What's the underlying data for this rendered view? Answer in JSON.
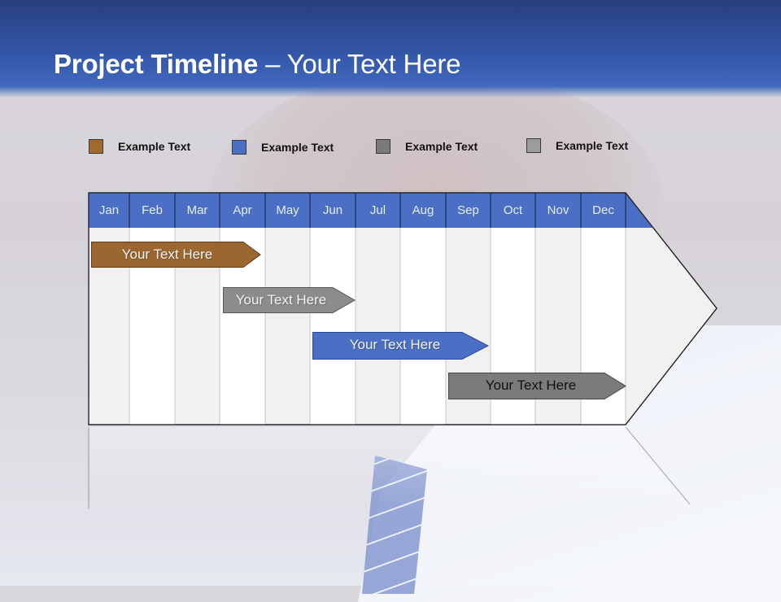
{
  "slide": {
    "title_bold": "Project Timeline",
    "title_rest": " – Your Text Here"
  },
  "legend": [
    {
      "label": "Example Text",
      "color": "#a0692e"
    },
    {
      "label": "Example Text",
      "color": "#4a6fc4"
    },
    {
      "label": "Example Text",
      "color": "#7a7a7a"
    },
    {
      "label": "Example Text",
      "color": "#9c9c9c"
    }
  ],
  "timeline": {
    "months": [
      "Jan",
      "Feb",
      "Mar",
      "Apr",
      "May",
      "Jun",
      "Jul",
      "Aug",
      "Sep",
      "Oct",
      "Nov",
      "Dec"
    ],
    "header_color": "#4a6fc4",
    "tasks": [
      {
        "label": "Your  Text Here",
        "color": "#9c6631",
        "text_color": "#f3f3f3",
        "start": "Jan",
        "end": "Apr"
      },
      {
        "label": "Your  Text Here",
        "color": "#8c8c8c",
        "text_color": "#f3f3f3",
        "start": "Apr",
        "end": "Jun"
      },
      {
        "label": "Your  Text Here",
        "color": "#4a6fc4",
        "text_color": "#f3f3f3",
        "start": "Jun",
        "end": "Sep"
      },
      {
        "label": "Your  Text Here",
        "color": "#7b7b7b",
        "text_color": "#111111",
        "start": "Sep",
        "end": "Dec"
      }
    ]
  }
}
